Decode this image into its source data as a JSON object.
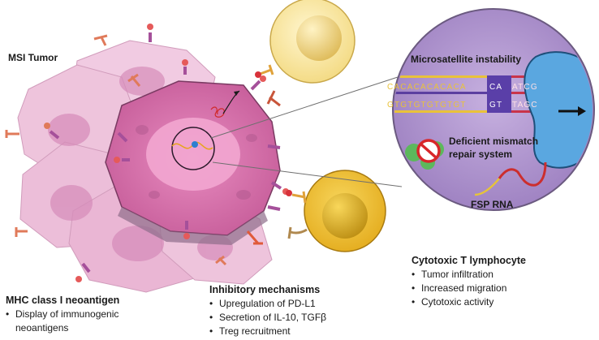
{
  "labels": {
    "tumor": "MSI Tumor",
    "microsatellite": "Microsatellite instability",
    "deficient_line1": "Deficient mismatch",
    "deficient_line2": "repair system",
    "fsp_rna": "FSP RNA"
  },
  "sequences": {
    "top_repeat": "CACACACACACA",
    "top_insert": "CA",
    "top_tail": "ATCG",
    "bottom_repeat": "GTGTGTGTGTGT",
    "bottom_insert": "GT",
    "bottom_tail": "TAGC"
  },
  "mhc": {
    "title": "MHC class I neoantigen",
    "items": [
      "Display of immunogenic neoantigens"
    ]
  },
  "inhibitory": {
    "title": "Inhibitory mechanisms",
    "items": [
      "Upregulation of PD-L1",
      "Secretion of IL-10, TGFβ",
      "Treg recruitment"
    ]
  },
  "cytotoxic": {
    "title": "Cytotoxic T lymphocyte",
    "items": [
      "Tumor infiltration",
      "Increased migration",
      "Cytotoxic activity"
    ]
  },
  "colors": {
    "tumor_pink": "#e27fb8",
    "tumor_dark": "#b04a86",
    "zoom_purple": "#a489c6",
    "tcell_yellow": "#f2c232",
    "ribosome_blue": "#5aa7e0",
    "inhibitor_red": "#e03a3a",
    "enzyme_green": "#5cb85c"
  }
}
